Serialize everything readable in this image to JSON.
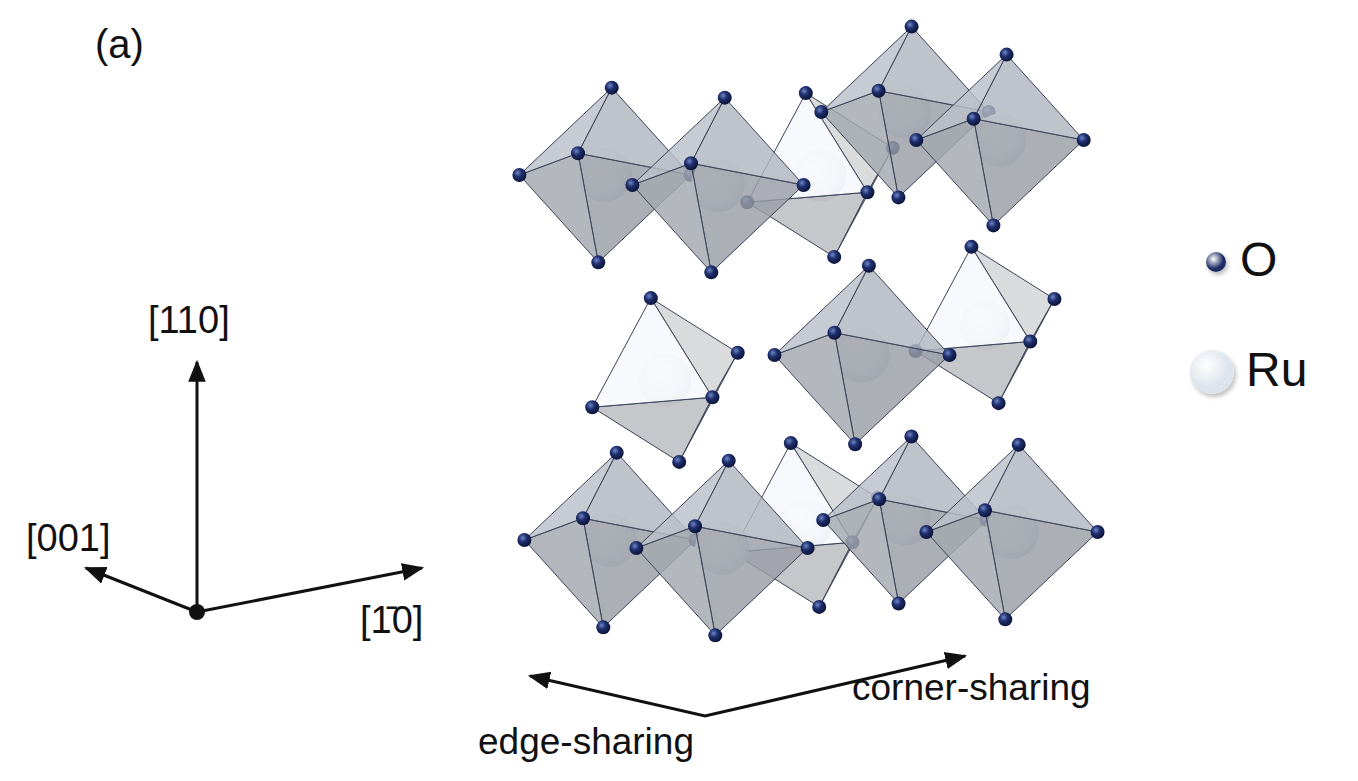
{
  "diagram": {
    "labels": [
      "(a)",
      "[110]",
      "[001]",
      "[1̄0]",
      "edge-sharing",
      "corner-sharing"
    ],
    "legend": [
      {
        "text": "O",
        "color": "#1b2a63"
      },
      {
        "text": "Ru",
        "color": "#dde4ec"
      }
    ]
  }
}
